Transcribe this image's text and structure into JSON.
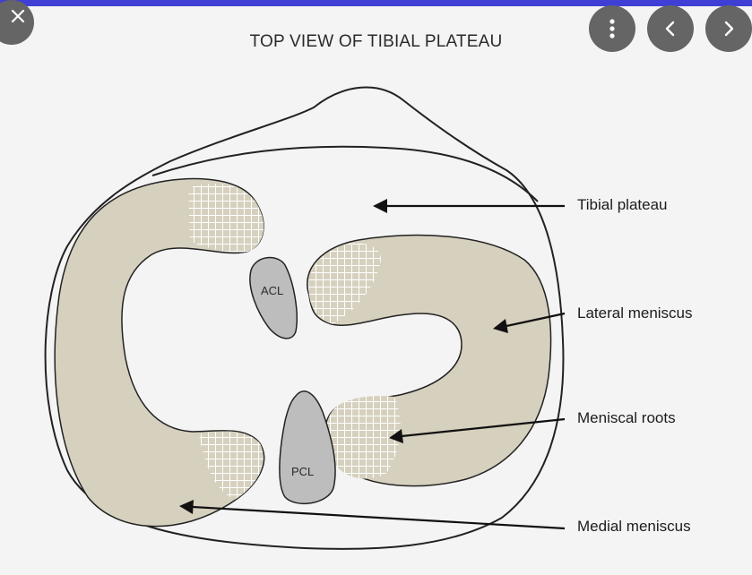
{
  "title": "TOP VIEW OF TIBIAL PLATEAU",
  "controls": {
    "close_icon": "close-icon",
    "menu_icon": "more-vertical-icon",
    "prev_icon": "chevron-left-icon",
    "next_icon": "chevron-right-icon"
  },
  "structures": {
    "acl": "ACL",
    "pcl": "PCL"
  },
  "labels": {
    "tibial_plateau": "Tibial plateau",
    "lateral_meniscus": "Lateral meniscus",
    "meniscal_roots": "Meniscal roots",
    "medial_meniscus": "Medial meniscus"
  },
  "colors": {
    "meniscus_fill": "#d6d0be",
    "ligament_fill": "#bdbdbd",
    "outline": "#222222",
    "button_bg": "#656565",
    "top_bar": "#3f3fd6"
  }
}
